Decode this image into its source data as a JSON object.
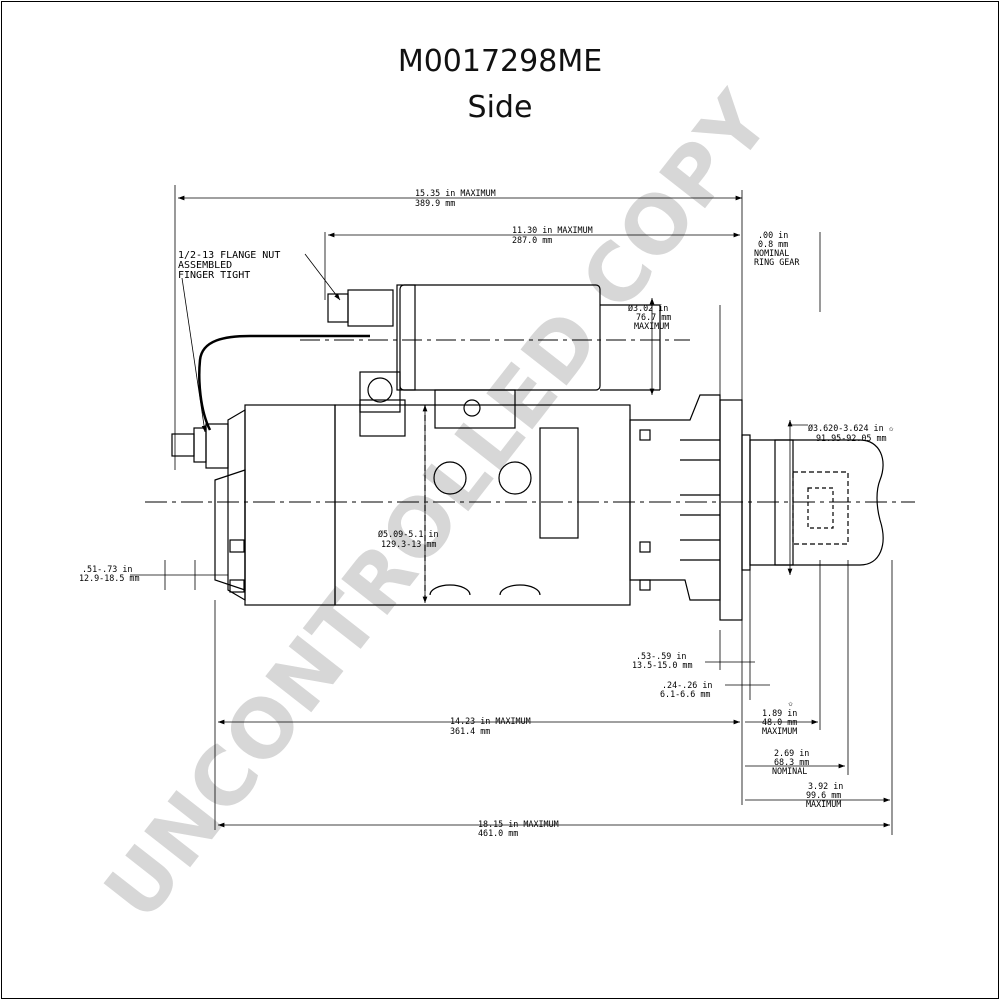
{
  "header": {
    "part_number": "M0017298ME",
    "view": "Side"
  },
  "watermark": "UNCONTROLLED COPY",
  "note": {
    "line1": "1/2-13 FLANGE NUT",
    "line2": "ASSEMBLED",
    "line3": "FINGER TIGHT"
  },
  "dimensions": {
    "overall_max": {
      "in": "15.35 in MAXIMUM",
      "mm": "389.9 mm"
    },
    "solenoid_max": {
      "in": "11.30 in MAXIMUM",
      "mm": "287.0 mm"
    },
    "ring_gear": {
      "in": ".00 in",
      "mm": "0.8 mm",
      "l3": "NOMINAL",
      "l4": "RING GEAR"
    },
    "solenoid_dia": {
      "in": "Ø3.02 in",
      "mm": "76.7 mm",
      "l3": "MAXIMUM"
    },
    "pilot_dia": {
      "in": "Ø3.620-3.624 in ✩",
      "mm": "91.95-92.05 mm"
    },
    "frame_dia": {
      "in": "Ø5.09-5.1 in",
      "mm": "129.3-13 mm"
    },
    "terminal": {
      "in": ".51-.73 in",
      "mm": "12.9-18.5 mm"
    },
    "flange_thick": {
      "in": ".53-.59 in",
      "mm": "13.5-15.0 mm"
    },
    "flange_offset": {
      "in": ".24-.26 in",
      "mm": "6.1-6.6 mm"
    },
    "body_max": {
      "in": "14.23 in MAXIMUM",
      "mm": "361.4 mm"
    },
    "pinion_max": {
      "star": "✩",
      "in": "1.89 in",
      "mm": "48.0 mm",
      "l3": "MAXIMUM"
    },
    "nose_nominal": {
      "in": "2.69 in",
      "mm": "68.3 mm",
      "l3": "NOMINAL"
    },
    "nose_max": {
      "in": "3.92 in",
      "mm": "99.6 mm",
      "l3": "MAXIMUM"
    },
    "total_max": {
      "in": "18.15 in MAXIMUM",
      "mm": "461.0 mm"
    }
  }
}
